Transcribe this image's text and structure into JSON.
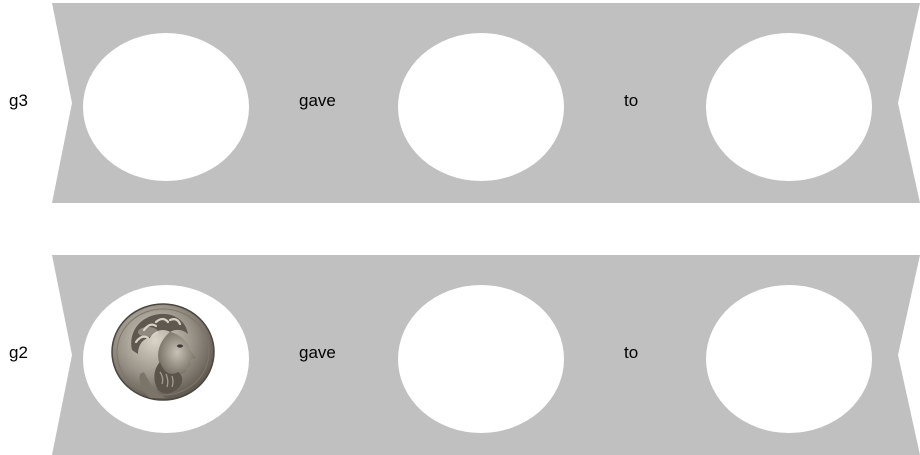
{
  "rows": [
    {
      "label": "g3",
      "verb": "gave",
      "preposition": "to",
      "slots": [
        {
          "content": "empty"
        },
        {
          "content": "empty"
        },
        {
          "content": "empty"
        }
      ]
    },
    {
      "label": "g2",
      "verb": "gave",
      "preposition": "to",
      "slots": [
        {
          "content": "coin-icon"
        },
        {
          "content": "empty"
        },
        {
          "content": "empty"
        }
      ]
    }
  ],
  "colors": {
    "banner": "#c0c0c0",
    "slot": "#ffffff",
    "text": "#000000"
  }
}
